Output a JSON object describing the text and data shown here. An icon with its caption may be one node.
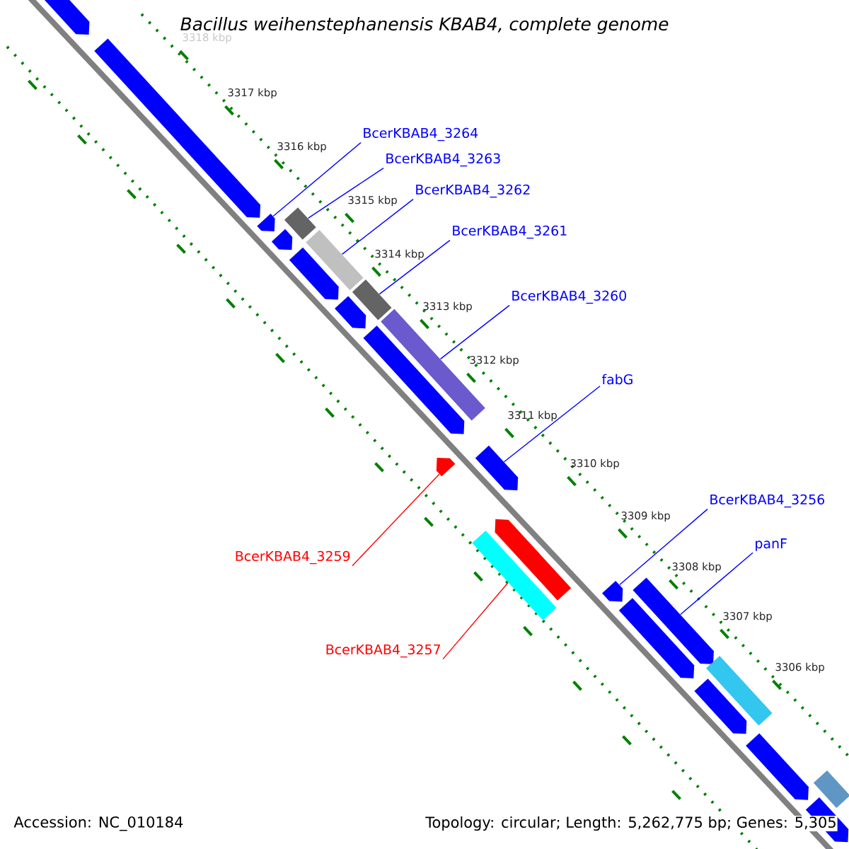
{
  "diagram": {
    "title": "Bacillus weihenstephanensis KBAB4, complete genome",
    "nodes": [
      {
        "text": [],
        "shape": "arrow"
      },
      {
        "text": [],
        "shape": "arrow"
      },
      {
        "text": [],
        "shape": "arrow"
      },
      {
        "text": [],
        "shape": "box"
      },
      {
        "text": [],
        "shape": "arrow"
      },
      {
        "text": [],
        "shape": "arrow"
      },
      {
        "text": [],
        "shape": "box"
      },
      {
        "text": [],
        "shape": "arrow"
      },
      {
        "text": [],
        "shape": "box"
      },
      {
        "text": [],
        "shape": "arrow"
      },
      {
        "text": [],
        "shape": "box"
      },
      {
        "text": [],
        "shape": "arrow"
      },
      {
        "text": [],
        "shape": "arrow"
      },
      {
        "text": [],
        "shape": "box"
      },
      {
        "text": [],
        "shape": "arrow"
      },
      {
        "text": [],
        "shape": "arrow"
      },
      {
        "text": [],
        "shape": "arrow"
      },
      {
        "text": [],
        "shape": "arrow"
      },
      {
        "text": [],
        "shape": "box"
      },
      {
        "text": [],
        "shape": "arrow"
      },
      {
        "text": [],
        "shape": "arrow"
      },
      {
        "text": [],
        "shape": "box"
      },
      {
        "text": [],
        "shape": "arrow"
      },
      {
        "text": [
          "BcerKBAB4_3264"
        ]
      },
      {
        "text": [
          "BcerKBAB4_3263"
        ]
      },
      {
        "text": [
          "BcerKBAB4_3262"
        ]
      },
      {
        "text": [
          "BcerKBAB4_3261"
        ]
      },
      {
        "text": [
          "BcerKBAB4_3260"
        ]
      },
      {
        "text": [
          "fabG"
        ]
      },
      {
        "text": [
          "BcerKBAB4_3256"
        ]
      },
      {
        "text": [
          "panF"
        ]
      },
      {
        "text": [
          "BcerKBAB4_3259"
        ]
      },
      {
        "text": [
          "BcerKBAB4_3257"
        ]
      }
    ],
    "edges": [
      {
        "from": 23,
        "to": 2,
        "arrow": "none"
      },
      {
        "from": 24,
        "to": 3,
        "arrow": "none"
      },
      {
        "from": 25,
        "to": 6,
        "arrow": "none"
      },
      {
        "from": 26,
        "to": 8,
        "arrow": "none"
      },
      {
        "from": 27,
        "to": 10,
        "arrow": "none"
      },
      {
        "from": 28,
        "to": 12,
        "arrow": "none"
      },
      {
        "from": 29,
        "to": 15,
        "arrow": "none"
      },
      {
        "from": 30,
        "to": 16,
        "arrow": "none"
      },
      {
        "from": 31,
        "to": 11,
        "arrow": "none",
        "color": "#ff0000"
      },
      {
        "from": 32,
        "to": 13,
        "arrow": "none",
        "color": "#ff0000"
      }
    ],
    "labels": [
      "3318 kbp",
      "3317 kbp",
      "3316 kbp",
      "3315 kbp",
      "3314 kbp",
      "3313 kbp",
      "3312 kbp",
      "3311 kbp",
      "3310 kbp",
      "3309 kbp",
      "3308 kbp",
      "3307 kbp",
      "3306 kbp",
      "Accession: NC_010184",
      "Topology: circular; Length: 5,262,775 bp; Genes: 5,305"
    ]
  }
}
